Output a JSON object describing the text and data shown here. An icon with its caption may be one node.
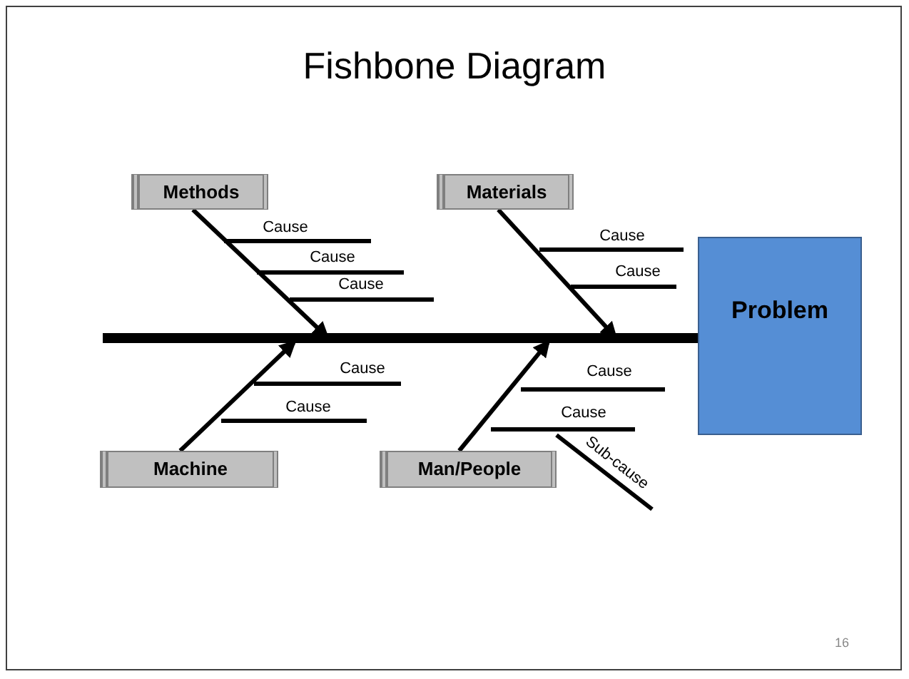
{
  "diagram": {
    "title": "Fishbone Diagram",
    "nodes": [
      {
        "text": [
          "Methods"
        ]
      },
      {
        "text": [
          "Materials"
        ]
      },
      {
        "text": [
          "Problem"
        ]
      },
      {
        "text": [
          "Machine"
        ]
      },
      {
        "text": [
          "Man/People"
        ]
      }
    ],
    "edges": [
      {
        "from": null,
        "to": 2,
        "arrow": "none",
        "style": "thick"
      },
      {
        "from": 0,
        "to": null,
        "arrow": "to"
      },
      {
        "from": 1,
        "to": null,
        "arrow": "to"
      },
      {
        "from": 3,
        "to": null,
        "arrow": "to"
      },
      {
        "from": 4,
        "to": null,
        "arrow": "to"
      }
    ],
    "labels": [
      "Cause",
      "Cause",
      "Cause",
      "Cause",
      "Cause",
      "Cause",
      "Cause",
      "Cause",
      "Cause",
      "Sub-cause",
      "16"
    ]
  }
}
